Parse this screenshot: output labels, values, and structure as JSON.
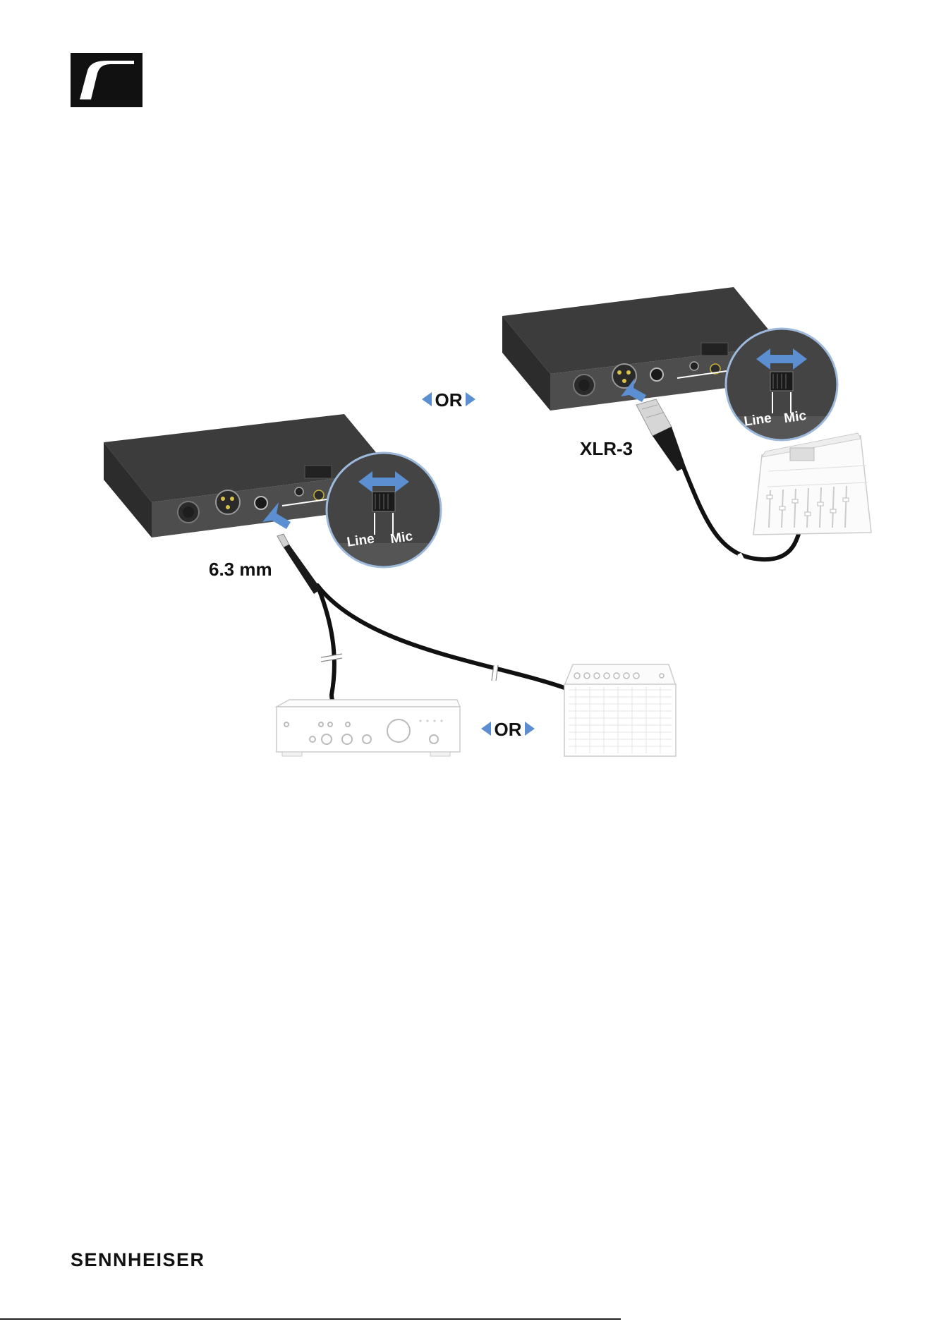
{
  "brand": {
    "name": "SENNHEISER",
    "logo_icon": "sennheiser-s-logo-icon"
  },
  "figure": {
    "or_top": "OR",
    "or_bottom": "OR",
    "jack_label": "6.3 mm",
    "xlr_label": "XLR-3",
    "switch_left": {
      "line": "Line",
      "mic": "Mic"
    },
    "switch_right": {
      "line": "Line",
      "mic": "Mic"
    }
  },
  "colors": {
    "accent_blue": "#5b8fd1",
    "device_body": "#4d4d4d",
    "brand_black": "#111111"
  }
}
